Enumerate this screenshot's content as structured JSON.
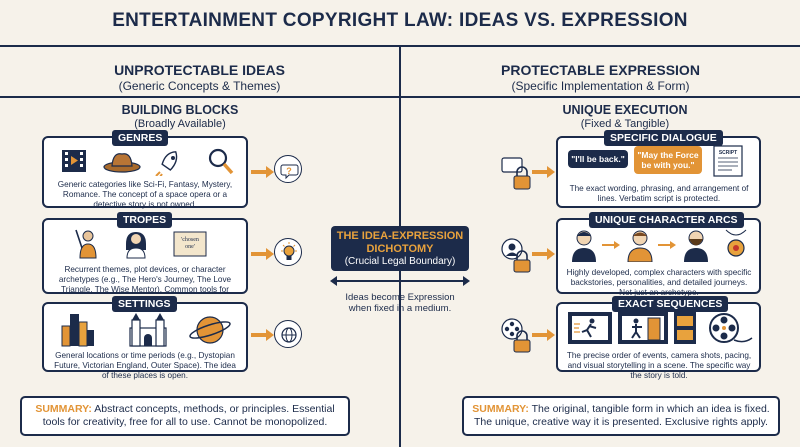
{
  "title": "ENTERTAINMENT COPYRIGHT LAW: IDEAS VS. EXPRESSION",
  "left": {
    "heading": "UNPROTECTABLE IDEAS",
    "subheading": "(Generic Concepts & Themes)",
    "section_title": "BUILDING BLOCKS",
    "section_sub": "(Broadly Available)",
    "cards": [
      {
        "tag": "GENRES",
        "text": "Generic categories like Sci-Fi, Fantasy, Mystery, Romance. The concept of a space opera or a detective story is not owned.",
        "icons": [
          "film-strip-icon",
          "cowboy-hat-icon",
          "rocket-icon",
          "magnifying-glass-icon"
        ],
        "side_icon": "question-bubble-icon"
      },
      {
        "tag": "TROPES",
        "text": "Recurrent themes, plot devices, or character archetypes (e.g., The Hero's Journey, The Love Triangle, The Wise Mentor). Common tools for storytelling.",
        "icons": [
          "hero-sword-icon",
          "woman-icon",
          "chosen-one-scroll-icon"
        ],
        "scroll_text": "'chosen one'",
        "side_icon": "lightbulb-bubble-icon"
      },
      {
        "tag": "SETTINGS",
        "text": "General locations or time periods (e.g., Dystopian Future, Victorian England, Outer Space). The idea of these places is open.",
        "icons": [
          "city-skyline-icon",
          "castle-icon",
          "planet-icon"
        ],
        "side_icon": "globe-bubble-icon"
      }
    ],
    "summary_key": "SUMMARY:",
    "summary_text": " Abstract concepts, methods, or principles. Essential tools for creativity, free for all to use. Cannot be monopolized."
  },
  "center": {
    "title_line1": "THE IDEA-EXPRESSION",
    "title_line2": "DICHOTOMY",
    "sub": "(Crucial Legal Boundary)",
    "caption": "Ideas become Expression when fixed in a medium."
  },
  "right": {
    "heading": "PROTECTABLE EXPRESSION",
    "subheading": "(Specific Implementation & Form)",
    "section_title": "UNIQUE EXECUTION",
    "section_sub": "(Fixed & Tangible)",
    "cards": [
      {
        "tag": "SPECIFIC DIALOGUE",
        "text": "The exact wording, phrasing, and arrangement of lines. Verbatim script is protected.",
        "quote1": "\"I'll be back.\"",
        "quote2": "\"May the Force be with you.\"",
        "script_label": "SCRIPT",
        "side_icon": "lock-speech-icon"
      },
      {
        "tag": "UNIQUE CHARACTER ARCS",
        "text": "Highly developed, complex characters with specific backstories, personalities, and detailed journeys. Not just an archetype.",
        "icons": [
          "young-man-icon",
          "arrow-icon",
          "man-icon",
          "arrow-icon",
          "bearded-man-icon",
          "amulet-icon"
        ],
        "side_icon": "lock-person-icon"
      },
      {
        "tag": "EXACT SEQUENCES",
        "text": "The precise order of events, camera shots, pacing, and visual storytelling in a scene. The specific way the story is told.",
        "icons": [
          "running-man-frame-icon",
          "man-door-frame-icon",
          "film-reel-icon"
        ],
        "side_icon": "lock-reel-icon"
      }
    ],
    "summary_key": "SUMMARY:",
    "summary_text": " The original, tangible form in which an idea is fixed. The unique, creative way it is presented. Exclusive rights apply."
  },
  "colors": {
    "navy": "#1c2b4a",
    "orange": "#e29436",
    "gold": "#e8a23d",
    "background": "#f6f2ea"
  }
}
